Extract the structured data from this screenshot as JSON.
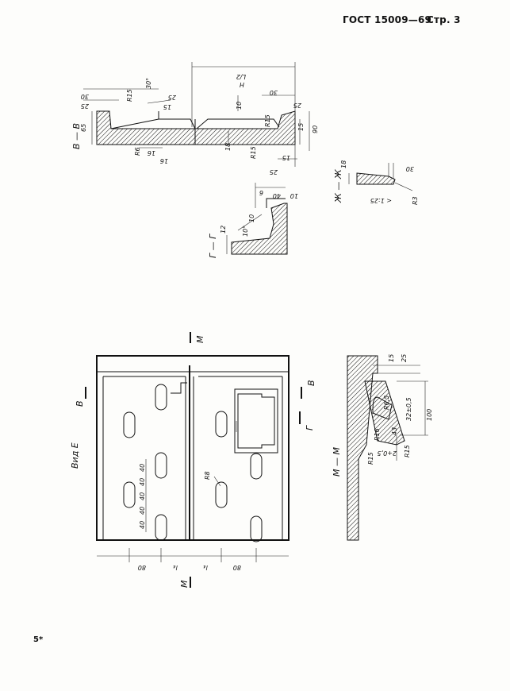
{
  "header": {
    "standard": "ГОСТ 15009—69",
    "page": "Стр. 3"
  },
  "footer": {
    "mark": "5*"
  },
  "sections": {
    "vv": "В — В",
    "gg": "Г — Г",
    "zhzh": "Ж — Ж",
    "mm": "М — М",
    "view_e": "Вид Е"
  },
  "section_marks": {
    "b_left": "В",
    "b_right": "В",
    "g_mark": "Г",
    "m_top": "М",
    "m_bottom": "М"
  },
  "dims_vv": {
    "d30a": "30",
    "d25a": "25",
    "r15a": "R15",
    "ang30": "30°",
    "d25b": "25",
    "d15a": "15",
    "d10a": "10",
    "d65": "65",
    "r6": "R6",
    "d16a": "16",
    "d16b": "16",
    "d18a": "18",
    "lh": "L/2",
    "h": "H",
    "d30b": "30",
    "d25c": "25",
    "r15b": "R15",
    "d15b": "15",
    "d90": "90",
    "d15c": "15",
    "r15c": "R15",
    "d25d": "25"
  },
  "dims_gg": {
    "d12": "12",
    "ang10": "10°",
    "d10": "10",
    "d6": "6",
    "d40": "40",
    "d10b": "10"
  },
  "dims_zhzh": {
    "d18": "18",
    "d30": "30",
    "slope": "< 1:25",
    "r3": "R3"
  },
  "dims_view": {
    "d40a": "40",
    "d40b": "40",
    "d40c": "40",
    "d40d": "40",
    "d40e": "40",
    "r8": "R8",
    "d80a": "80",
    "l4a": "l₄",
    "l4b": "l₄",
    "d80b": "80"
  },
  "dims_mm": {
    "d15": "15",
    "d25": "25",
    "d32a": "32±0,5",
    "d100": "100",
    "r15a": "R15",
    "r16": "R16",
    "r65": "R6,5",
    "d43": "43",
    "d2": "2+0,5",
    "r15b": "R15"
  }
}
